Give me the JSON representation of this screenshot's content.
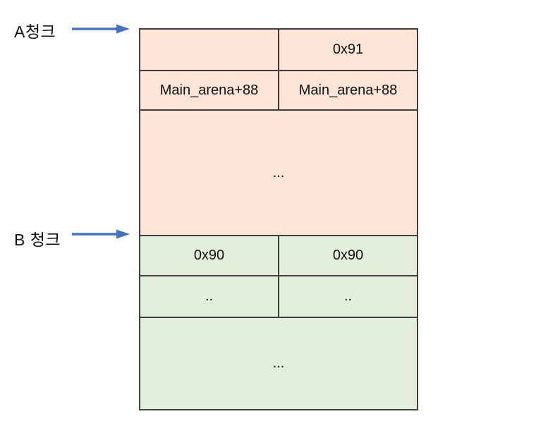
{
  "labels": {
    "a": "A청크",
    "b": "B 청크"
  },
  "chunk_a": {
    "fill": "#fce5d6",
    "rows": [
      {
        "cells": [
          "",
          "0x91"
        ]
      },
      {
        "cells": [
          "Main_arena+88",
          "Main_arena+88"
        ]
      },
      {
        "span": "..."
      }
    ]
  },
  "chunk_b": {
    "fill": "#e3efda",
    "rows": [
      {
        "cells": [
          "0x90",
          "0x90"
        ]
      },
      {
        "cells": [
          "..",
          ".."
        ]
      },
      {
        "span": "..."
      }
    ]
  },
  "colors": {
    "arrow": "#4472c4",
    "border": "#3f3f3f",
    "text": "#111111"
  }
}
